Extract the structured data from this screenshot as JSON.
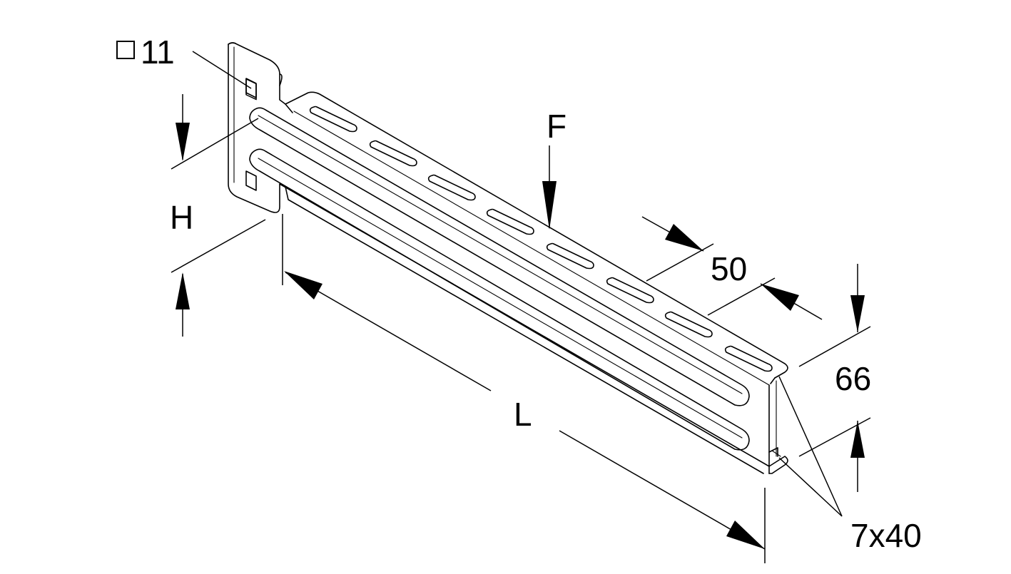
{
  "labels": {
    "hole_size": "11",
    "height": "H",
    "load": "F",
    "length": "L",
    "slot_pitch": "50",
    "flange_height": "66",
    "slot_size": "7x40"
  },
  "icons": {
    "square_hole": "square-outline-icon"
  },
  "colors": {
    "line": "#000000",
    "background": "#ffffff"
  }
}
